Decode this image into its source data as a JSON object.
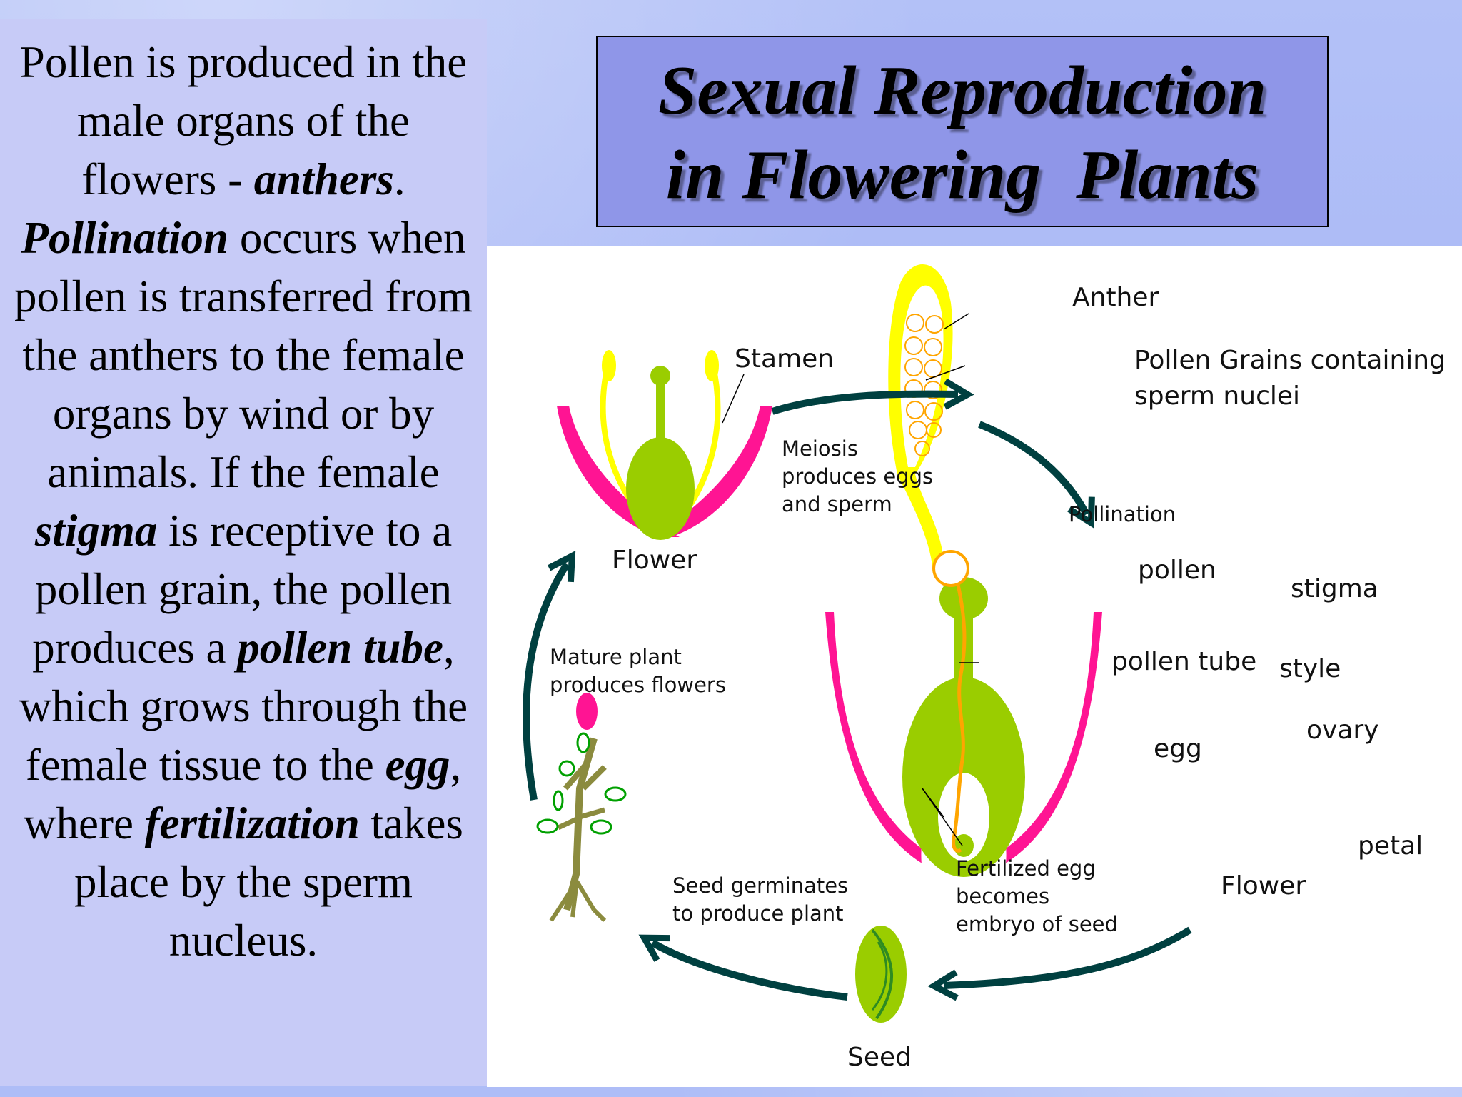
{
  "slide": {
    "title_line1": "Sexual Reproduction",
    "title_line2": "in Flowering  Plants"
  },
  "paragraph": [
    {
      "t": "Pollen is produced in the male organs of the flowers - "
    },
    {
      "t": "anthers",
      "b": true
    },
    {
      "t": ". "
    },
    {
      "t": "Pollination",
      "b": true
    },
    {
      "t": " occurs when pollen is transferred from the anthers to the female organs by wind or by animals. If the female "
    },
    {
      "t": "stigma",
      "b": true
    },
    {
      "t": " is receptive to a pollen grain, the pollen produces a "
    },
    {
      "t": "pollen tube",
      "b": true
    },
    {
      "t": ", which grows through the female tissue to the "
    },
    {
      "t": "egg",
      "b": true
    },
    {
      "t": ", where "
    },
    {
      "t": "fertilization",
      "b": true
    },
    {
      "t": " takes place by the sperm nucleus."
    }
  ],
  "diagram": {
    "stamen": "Stamen",
    "flower_left": "Flower",
    "anther": "Anther",
    "pollen_grains_1": "Pollen Grains containing",
    "pollen_grains_2": "sperm nuclei",
    "meiosis_1": "Meiosis",
    "meiosis_2": "produces eggs",
    "meiosis_3": "and sperm",
    "pollination": "Pollination",
    "pollen": "pollen",
    "stigma": "stigma",
    "pollen_tube": "pollen tube",
    "style": "style",
    "ovary": "ovary",
    "egg": "egg",
    "petal": "petal",
    "flower_right": "Flower",
    "mature_1": "Mature plant",
    "mature_2": "produces flowers",
    "germinates_1": "Seed germinates",
    "germinates_2": "to produce plant",
    "fertilized_1": "Fertilized egg",
    "fertilized_2": "becomes",
    "fertilized_3": "embryo of seed",
    "seed": "Seed"
  },
  "colors": {
    "petal": "#ff1493",
    "anther": "#ffff00",
    "pistil": "#9acd00",
    "pollen": "#ffa500",
    "arrow": "#004040",
    "stem": "#8b8b3e",
    "leaf": "#00a000"
  }
}
